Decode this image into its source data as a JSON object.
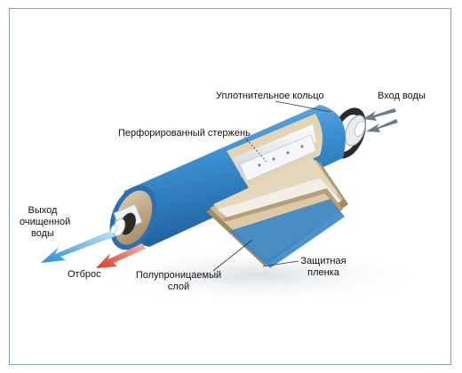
{
  "labels": {
    "sealing_ring": "Уплотнительное кольцо",
    "water_inlet": "Вход воды",
    "perforated_rod": "Перфорированный стержень",
    "purified_water_outlet": [
      "Выход",
      "очищенной",
      "воды"
    ],
    "reject": "Отброс",
    "semipermeable_layer": [
      "Полупроницаемый",
      "слой"
    ],
    "protective_film": [
      "Защитная",
      "пленка"
    ]
  },
  "colors": {
    "membrane_blue": "#3b8fd0",
    "outlet_arrow_blue": "#2c8fd6",
    "reject_arrow_red": "#d83a2a",
    "inlet_arrow_gray": "#6e7b88",
    "filter_tan": "#b9a07a",
    "frame_border": "#8aa0b8"
  }
}
